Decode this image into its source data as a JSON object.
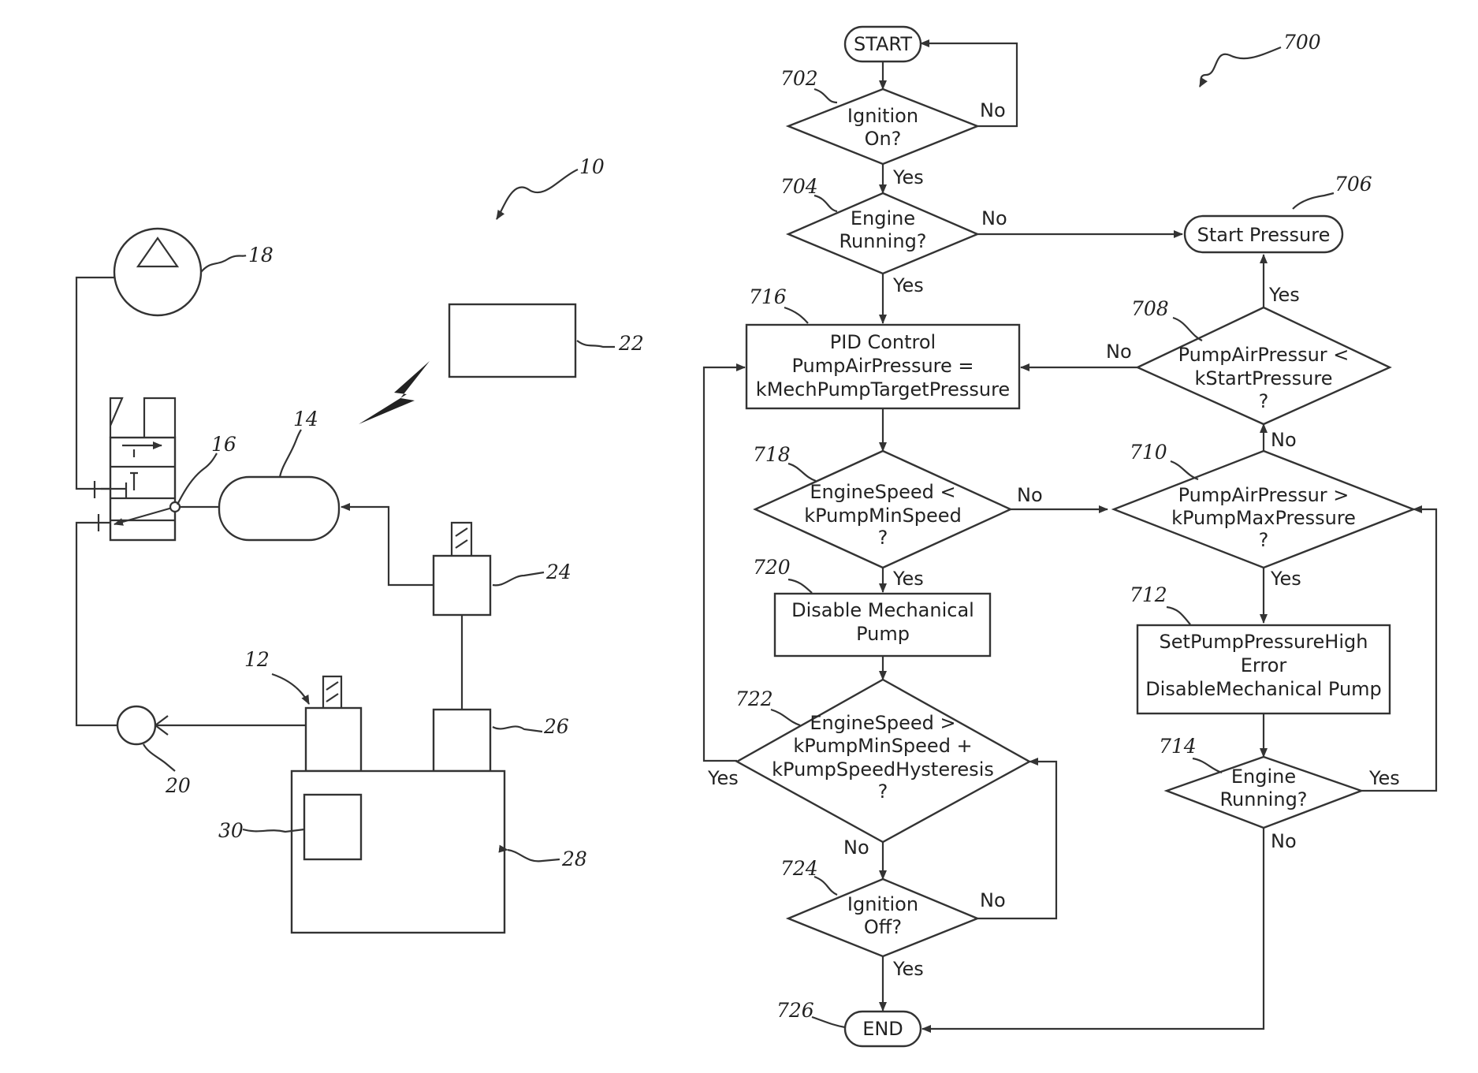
{
  "left_figure": {
    "refs": {
      "r10": "10",
      "r12": "12",
      "r14": "14",
      "r16": "16",
      "r18": "18",
      "r20": "20",
      "r22": "22",
      "r24": "24",
      "r26": "26",
      "r28": "28",
      "r30": "30"
    }
  },
  "flowchart": {
    "ref_700": "700",
    "start": "START",
    "end": "END",
    "n702": {
      "ref": "702",
      "line1": "Ignition",
      "line2": "On?"
    },
    "n704": {
      "ref": "704",
      "line1": "Engine",
      "line2": "Running?"
    },
    "n706": {
      "ref": "706",
      "label": "Start Pressure"
    },
    "n708": {
      "ref": "708",
      "line1": "PumpAirPressur <",
      "line2": "kStartPressure",
      "line3": "?"
    },
    "n710": {
      "ref": "710",
      "line1": "PumpAirPressur >",
      "line2": "kPumpMaxPressure",
      "line3": "?"
    },
    "n712": {
      "ref": "712",
      "line1": "SetPumpPressureHigh",
      "line2": "Error",
      "line3": "DisableMechanical Pump"
    },
    "n714": {
      "ref": "714",
      "line1": "Engine",
      "line2": "Running?"
    },
    "n716": {
      "ref": "716",
      "line1": "PID Control",
      "line2": "PumpAirPressure =",
      "line3": "kMechPumpTargetPressure"
    },
    "n718": {
      "ref": "718",
      "line1": "EngineSpeed <",
      "line2": "kPumpMinSpeed",
      "line3": "?"
    },
    "n720": {
      "ref": "720",
      "line1": "Disable Mechanical",
      "line2": "Pump"
    },
    "n722": {
      "ref": "722",
      "line1": "EngineSpeed >",
      "line2": "kPumpMinSpeed +",
      "line3": "kPumpSpeedHysteresis",
      "line4": "?"
    },
    "n724": {
      "ref": "724",
      "line1": "Ignition",
      "line2": "Off?"
    },
    "n726": {
      "ref": "726"
    },
    "edges": {
      "yes": "Yes",
      "no": "No"
    }
  }
}
